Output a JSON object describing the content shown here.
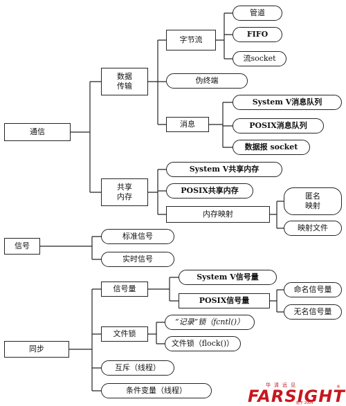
{
  "nodes": {
    "communication": "通信",
    "data_transfer": "数据\n传输",
    "byte_stream": "字节流",
    "pipe": "管道",
    "fifo": "FIFO",
    "stream_socket": "流socket",
    "pseudo_terminal": "伪终端",
    "message": "消息",
    "sysv_mq": "System V消息队列",
    "posix_mq": "POSIX消息队列",
    "datagram_socket": "数据报 socket",
    "shared_memory": "共享\n内存",
    "sysv_shm": "System V共享内存",
    "posix_shm": "POSIX共享内存",
    "memory_mapping": "内存映射",
    "anonymous_mapping": "匿名\n映射",
    "file_mapping": "映射文件",
    "signal": "信号",
    "standard_signal": "标准信号",
    "realtime_signal": "实时信号",
    "sync": "同步",
    "semaphore": "信号量",
    "sysv_sem": "System V信号量",
    "posix_sem": "POSIX信号量",
    "named_sem": "命名信号量",
    "unnamed_sem": "无名信号量",
    "file_lock": "文件锁",
    "record_lock": "“记录”锁（fcntl()）",
    "flock_lock": "文件锁（flock()）",
    "mutex": "互斥（线程）",
    "condvar": "条件变量（线程）"
  },
  "logo": {
    "top": "华清远见",
    "main": "FARSIGHT",
    "sub": "始于 2004",
    "reg": "®"
  },
  "colors": {
    "line": "#222222",
    "logo": "#c8161e"
  }
}
